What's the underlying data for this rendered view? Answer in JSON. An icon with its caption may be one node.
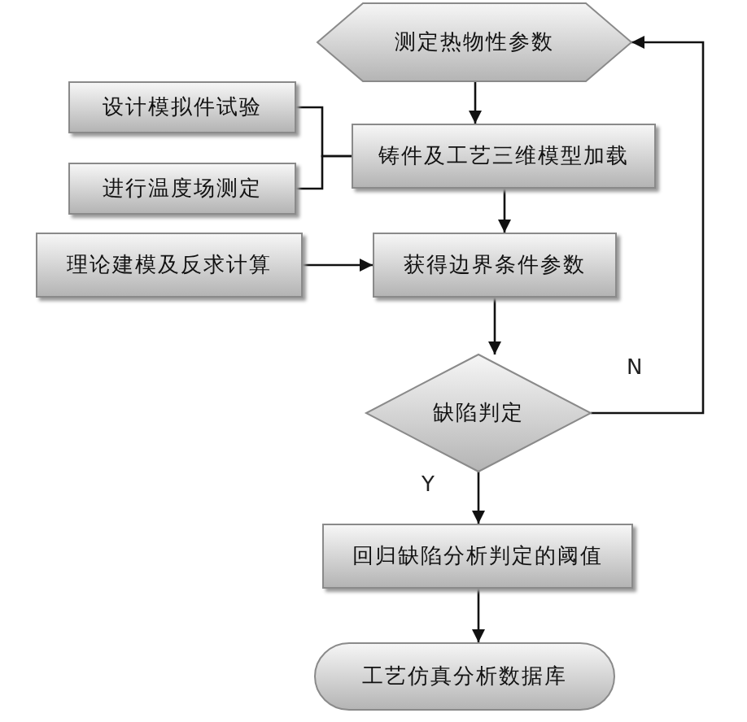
{
  "diagram": {
    "nodes": [
      {
        "text": [
          "测定热物性参数"
        ]
      },
      {
        "text": [
          "设计模拟件试验"
        ]
      },
      {
        "text": [
          "铸件及工艺三维模型加载"
        ]
      },
      {
        "text": [
          "进行温度场测定"
        ]
      },
      {
        "text": [
          "理论建模及反求计算"
        ]
      },
      {
        "text": [
          "获得边界条件参数"
        ]
      },
      {
        "text": [
          "缺陷判定"
        ]
      },
      {
        "text": [
          "回归缺陷分析判定的阈值"
        ]
      },
      {
        "text": [
          "工艺仿真分析数据库"
        ]
      }
    ],
    "edges": [
      {
        "from": 0,
        "to": 2,
        "arrow": "to"
      },
      {
        "from": 1,
        "to": 2,
        "arrow": "none"
      },
      {
        "from": 3,
        "to": 2,
        "arrow": "none"
      },
      {
        "from": 2,
        "to": 5,
        "arrow": "to"
      },
      {
        "from": 4,
        "to": 5,
        "arrow": "to"
      },
      {
        "from": 5,
        "to": 6,
        "arrow": "to"
      },
      {
        "from": 6,
        "to": 7,
        "label": "Y",
        "arrow": "to"
      },
      {
        "from": 6,
        "to": 0,
        "label": "N",
        "arrow": "to"
      },
      {
        "from": 7,
        "to": 8,
        "arrow": "to"
      }
    ]
  }
}
